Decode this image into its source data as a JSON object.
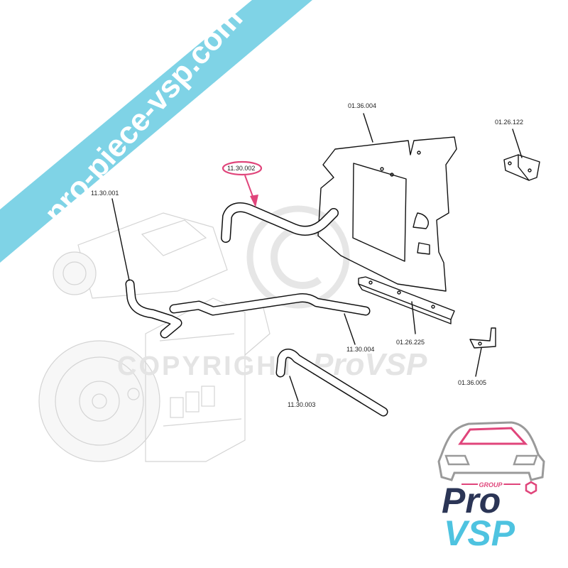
{
  "banner": {
    "text": "pro-piece-vsp.com",
    "color": "#7fd3e6",
    "text_color": "#ffffff"
  },
  "watermark": {
    "text": "COPYRIGHT",
    "brand": "ProVSP",
    "color": "#e2e2e2"
  },
  "highlight_color": "#e0457b",
  "parts": [
    {
      "id": "p1",
      "number": "11.30.001"
    },
    {
      "id": "p2",
      "number": "11.30.002"
    },
    {
      "id": "p3",
      "number": "11.30.003"
    },
    {
      "id": "p4",
      "number": "11.30.004"
    },
    {
      "id": "p5",
      "number": "01.36.004"
    },
    {
      "id": "p6",
      "number": "01.26.122"
    },
    {
      "id": "p7",
      "number": "01.26.225"
    },
    {
      "id": "p8",
      "number": "01.36.005"
    }
  ],
  "logo": {
    "group_text": "GROUP",
    "line1": "Pro",
    "line2": "VSP",
    "colors": {
      "pink": "#e0457b",
      "navy": "#2b3556",
      "cyan": "#4ec3e0"
    }
  }
}
